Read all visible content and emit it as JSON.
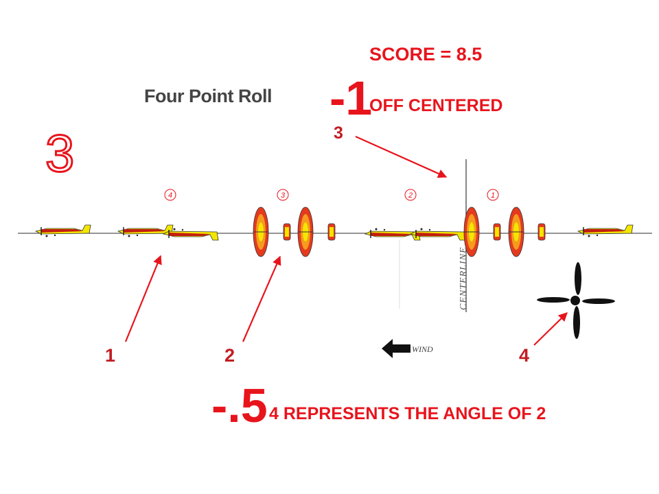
{
  "score_label": "SCORE = 8.5",
  "maneuver_title": "Four Point Roll",
  "figure_number": "3",
  "deductions": [
    {
      "value": "-1",
      "note": "OFF CENTERED"
    },
    {
      "value": "-.5",
      "note": "4 REPRESENTS THE ANGLE OF 2"
    }
  ],
  "callouts": [
    "1",
    "2",
    "3",
    "4"
  ],
  "roll_points": [
    "4",
    "3",
    "2",
    "1"
  ],
  "centerline_label": "CENTERLINE",
  "wind_label": "WIND",
  "colors": {
    "deduction_red": "#e8141c",
    "callout_red": "#c31c22",
    "plane_yellow": "#f3e600",
    "plane_red": "#e53a1e",
    "plane_orange": "#f59b1e"
  }
}
